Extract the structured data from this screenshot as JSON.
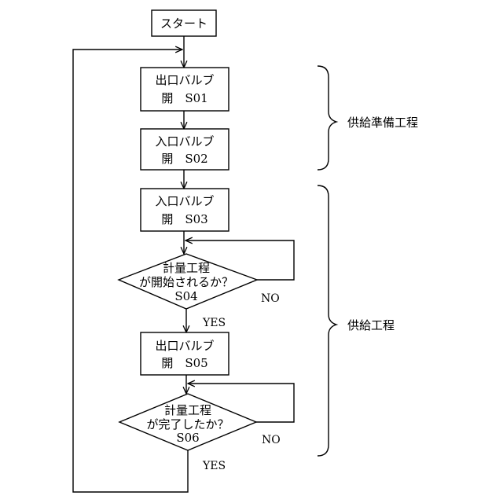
{
  "diagram": {
    "start": {
      "label": "スタート"
    },
    "steps": [
      {
        "line1": "出口バルブ",
        "line2": "開　S01"
      },
      {
        "line1": "入口バルブ",
        "line2": "開　S02"
      },
      {
        "line1": "入口バルブ",
        "line2": "開　S03"
      },
      {
        "line1": "出口バルブ",
        "line2": "開　S05"
      }
    ],
    "decisions": [
      {
        "line1": "計量工程",
        "line2": "が開始されるか？",
        "line3": "S04",
        "yes": "YES",
        "no": "NO"
      },
      {
        "line1": "計量工程",
        "line2": "が完了したか？",
        "line3": "S06",
        "yes": "YES",
        "no": "NO"
      }
    ],
    "groups": [
      {
        "label": "供給準備工程"
      },
      {
        "label": "供給工程"
      }
    ]
  }
}
